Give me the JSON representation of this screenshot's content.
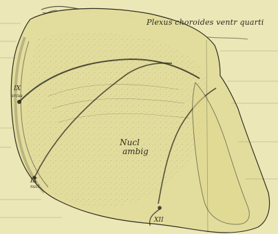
{
  "figure": {
    "background_color": "#ece7b6",
    "ink_color": "#2b2a20",
    "labels": {
      "plexus": "Plexus choroides ventr quarti",
      "nucl": "Nucl",
      "ambig": "ambig",
      "ix_arc": "IX",
      "ix_arc_sub": "arcus",
      "ix_nucl": "IX",
      "ix_nucl_sub": "nucl",
      "xii": "XII"
    }
  }
}
